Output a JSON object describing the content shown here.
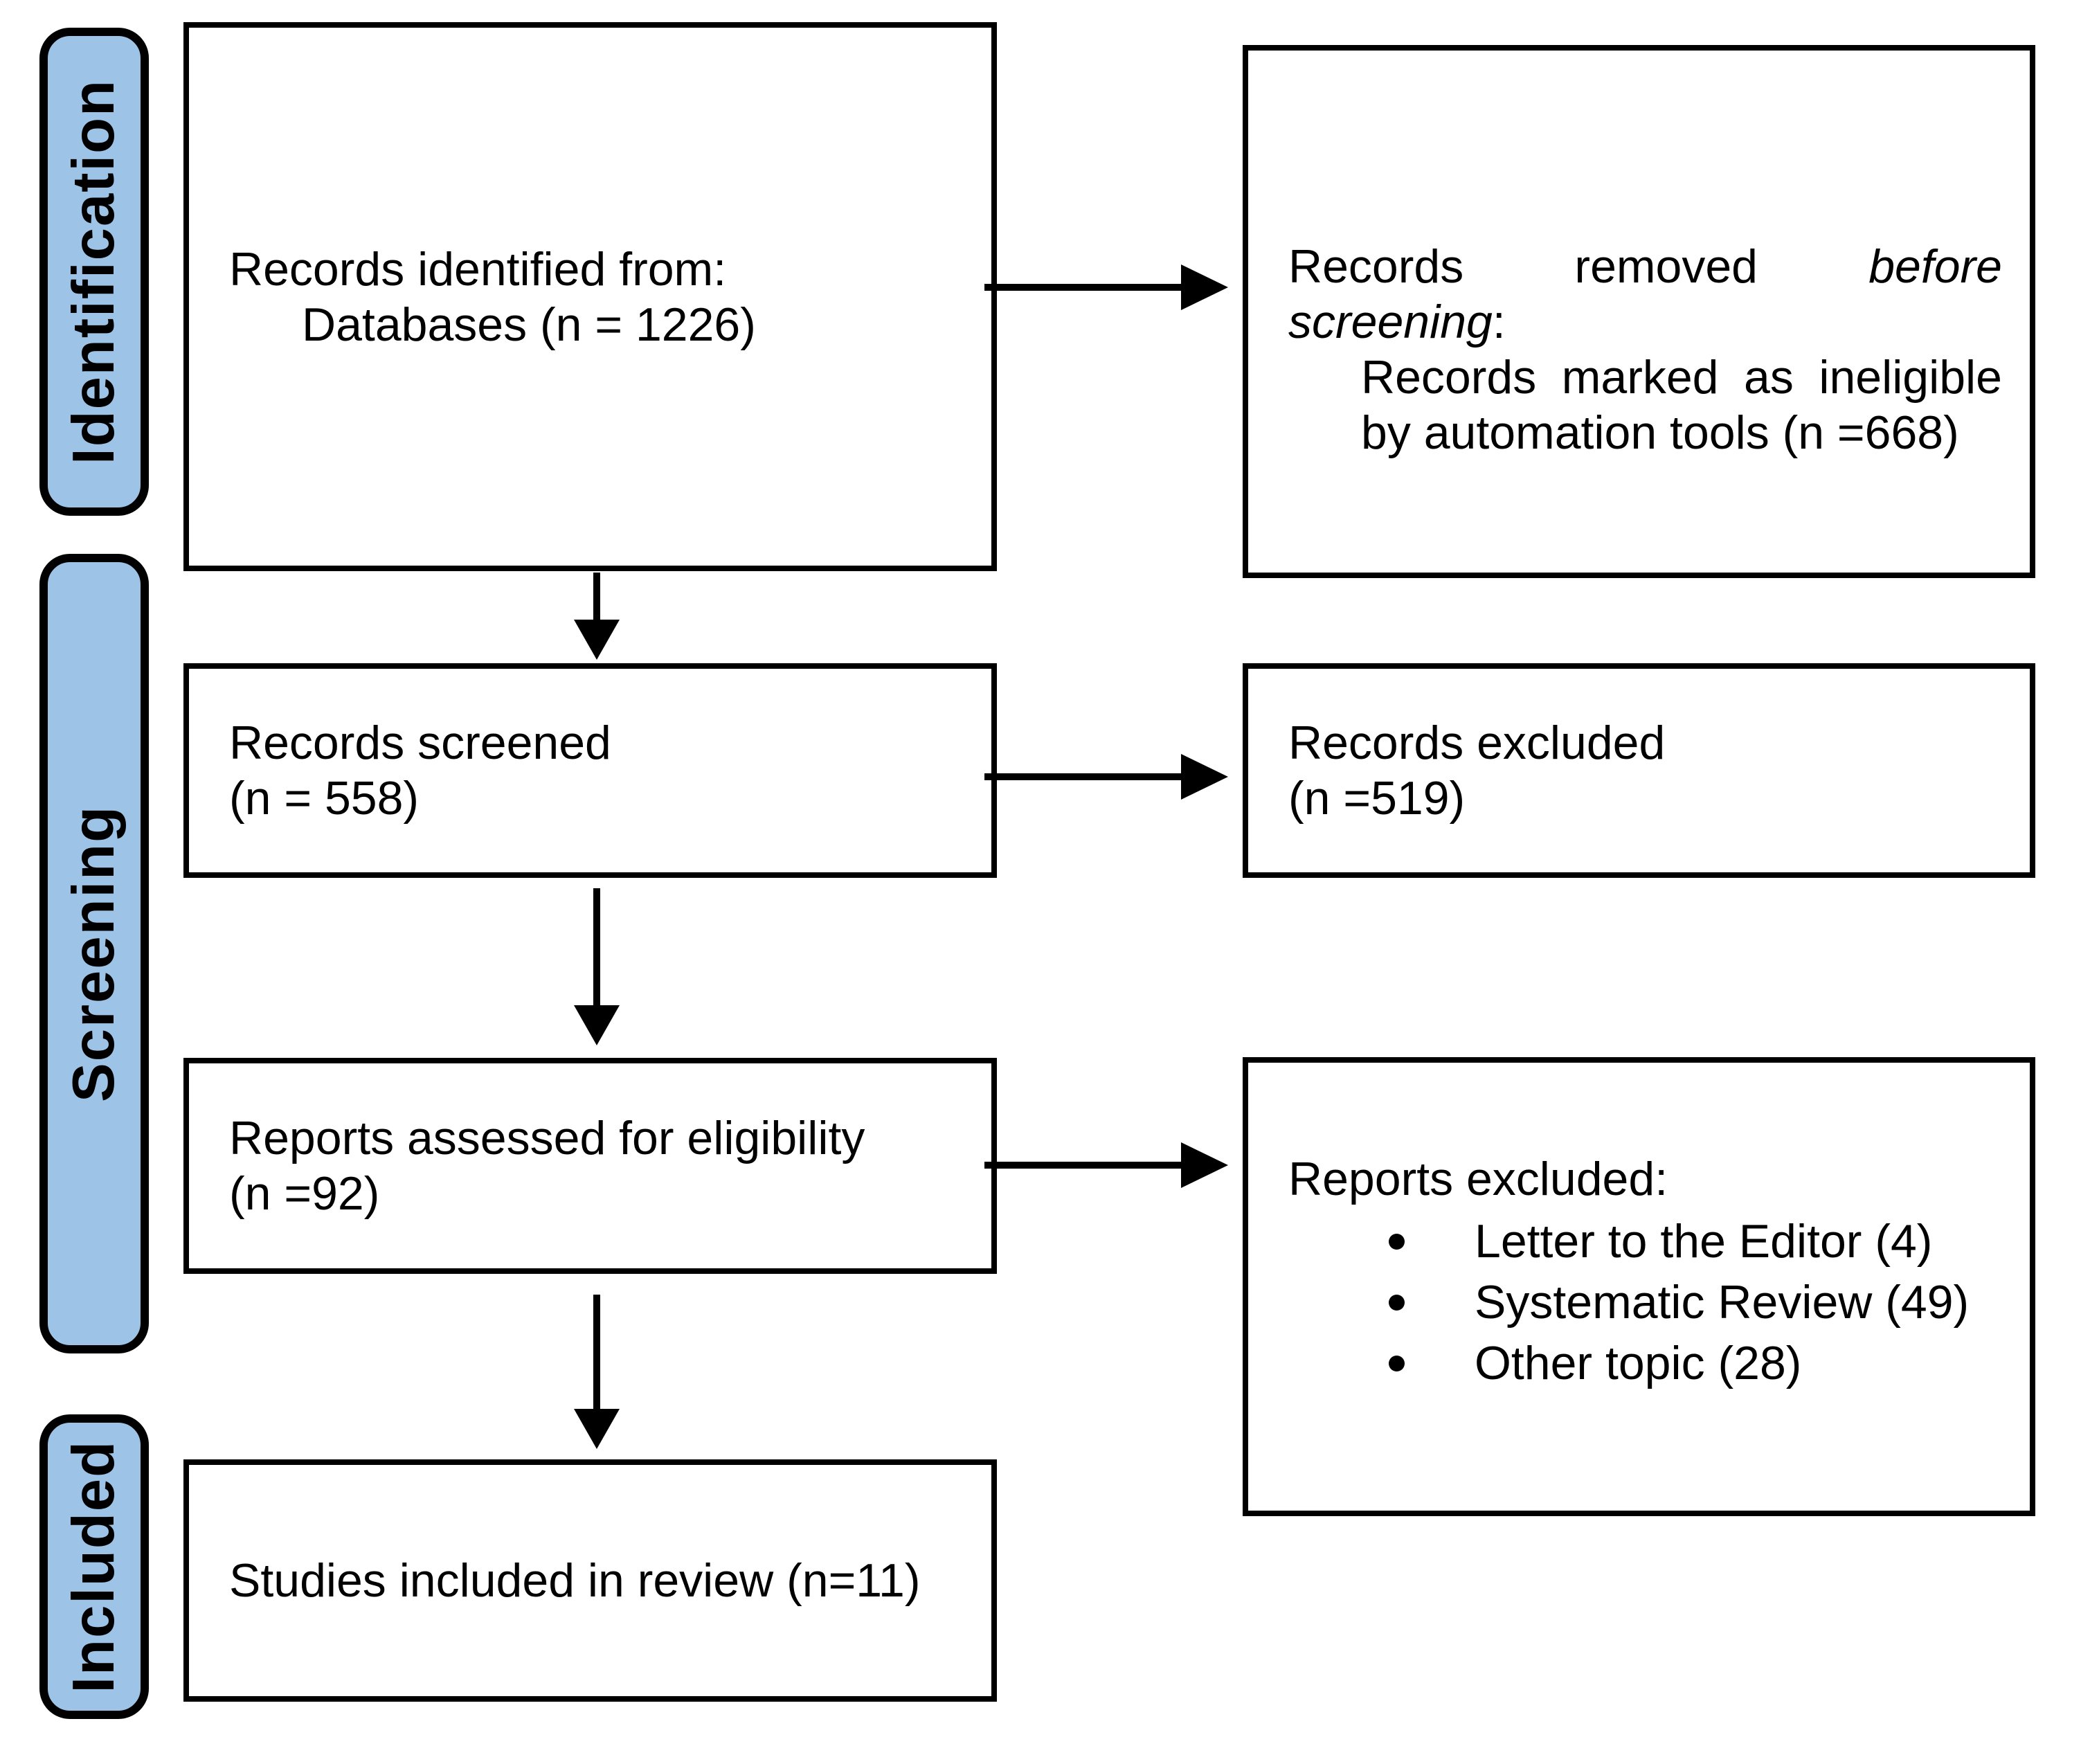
{
  "stages": [
    {
      "label": "Identification"
    },
    {
      "label": "Screening"
    },
    {
      "label": "Included"
    }
  ],
  "boxes": {
    "records_identified": {
      "line1": "Records identified from:",
      "line2": "Databases (n = 1226)"
    },
    "records_removed": {
      "l1_w1": "Records",
      "l1_w2": "removed",
      "l1_w3_italic": "before",
      "l2_italic": "screening",
      "l2_suffix": ":",
      "l3_w1": "Records",
      "l3_w2": "marked",
      "l3_w3": "as",
      "l3_w4": "ineligible",
      "l4": "by automation tools (n =668)"
    },
    "records_screened": {
      "line1": "Records screened",
      "line2": "(n = 558)"
    },
    "records_excluded": {
      "line1": "Records excluded",
      "line2": "(n =519)"
    },
    "reports_assessed": {
      "line1": "Reports assessed for eligibility",
      "line2": "(n =92)"
    },
    "reports_excluded": {
      "title": "Reports excluded:",
      "bullets": [
        "Letter to the Editor (4)",
        "Systematic Review (49)",
        "Other topic (28)"
      ]
    },
    "studies_included": {
      "line1": "Studies included in review (n=11)"
    }
  },
  "colors": {
    "stage_fill": "#9DC3E6",
    "line": "#000000",
    "background": "#FFFFFF"
  }
}
